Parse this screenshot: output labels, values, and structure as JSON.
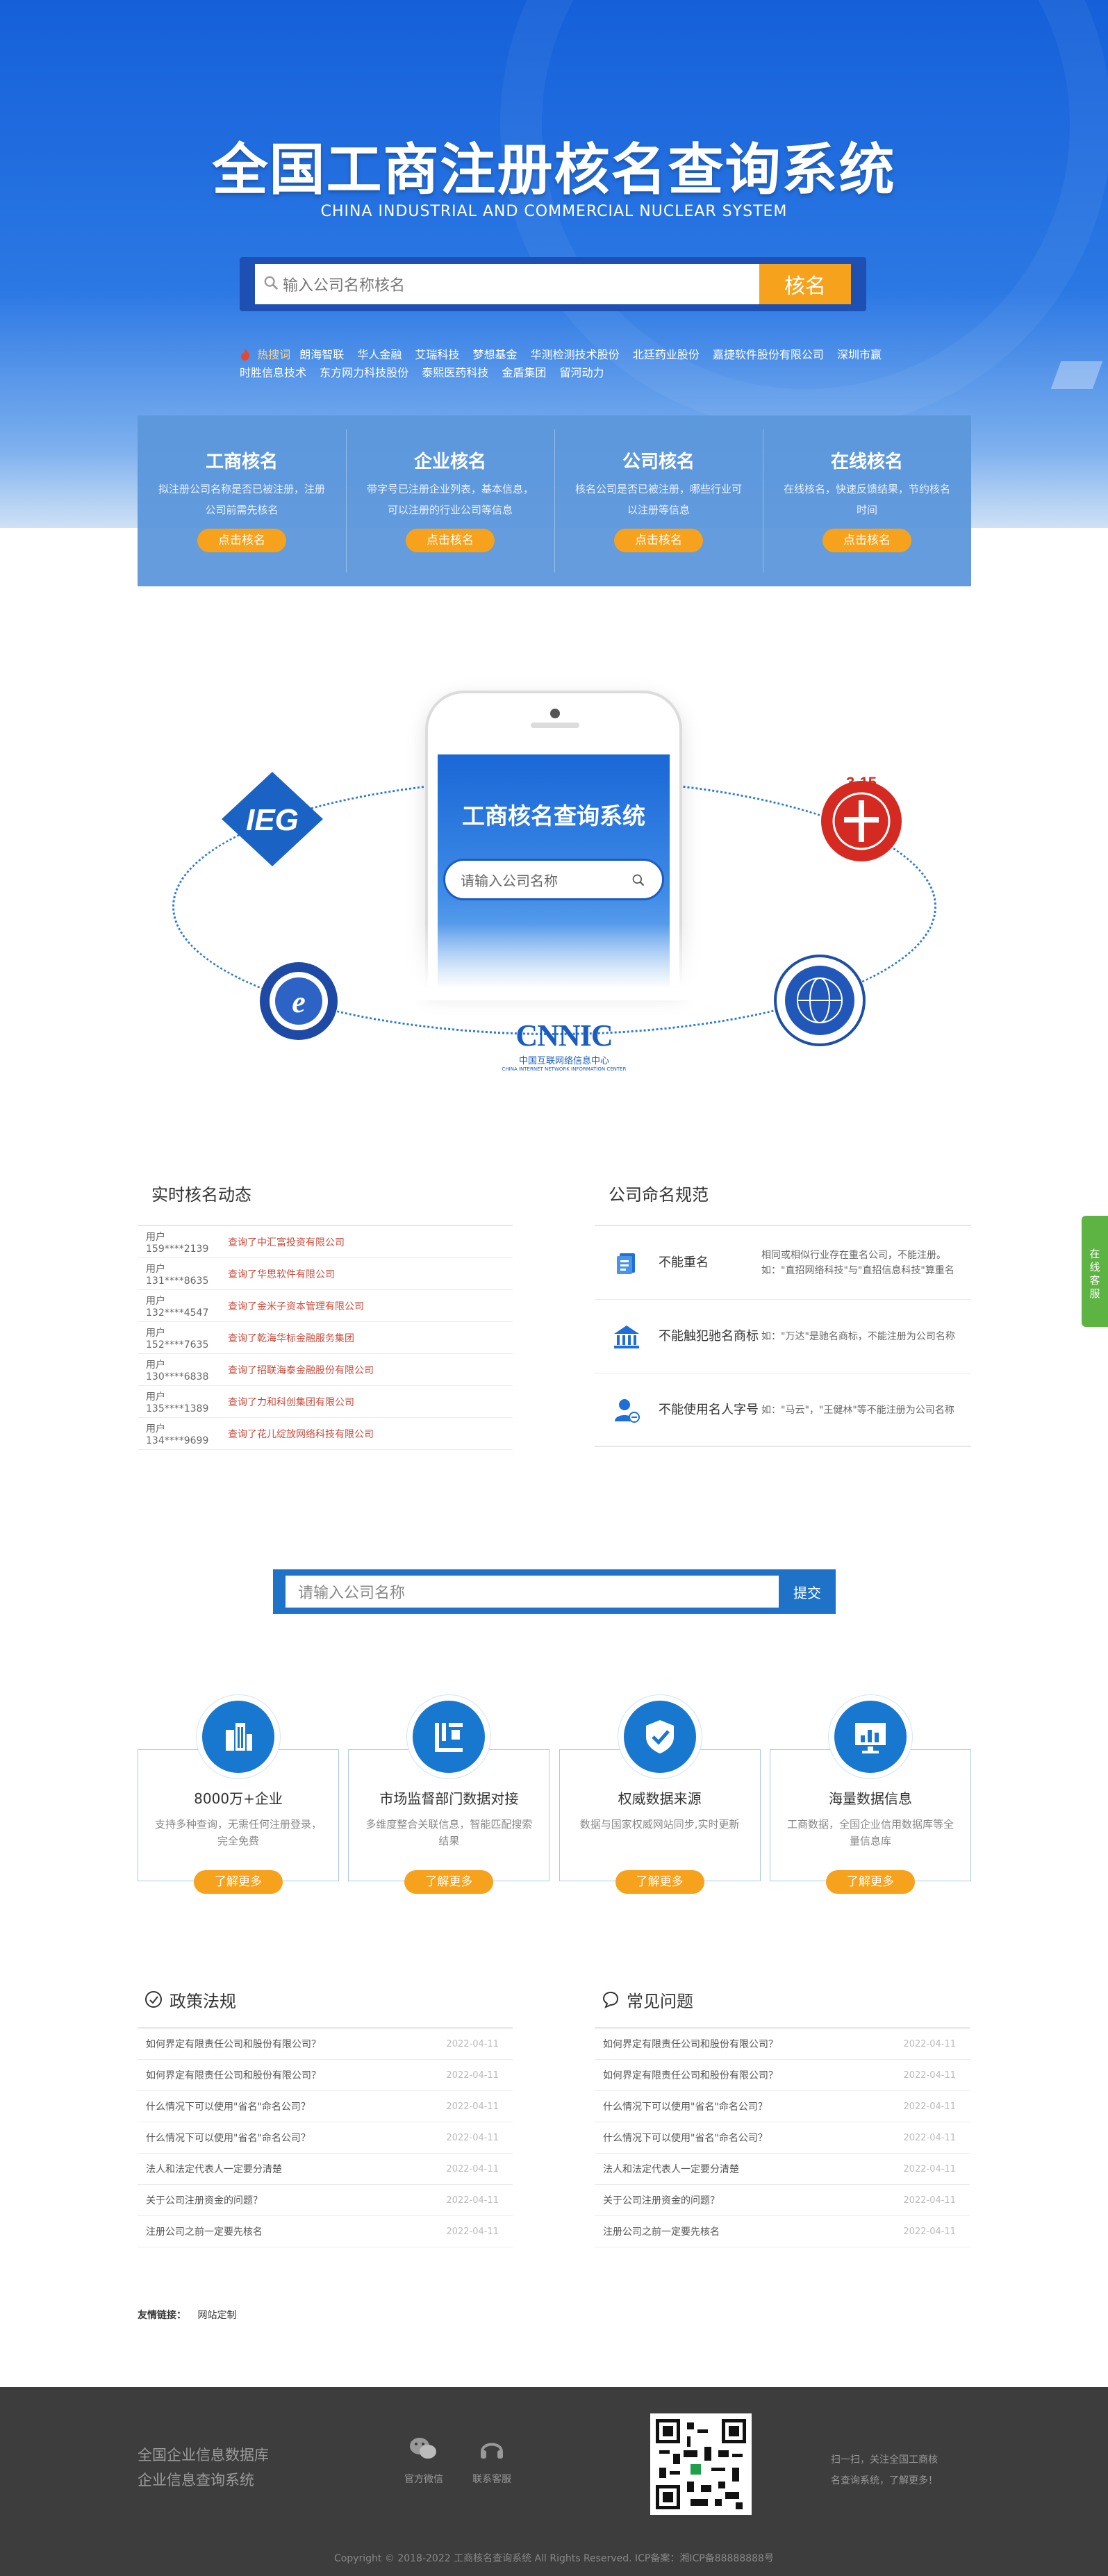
{
  "hero": {
    "title": "全国工商注册核名查询系统",
    "subtitle": "CHINA INDUSTRIAL AND COMMERCIAL NUCLEAR SYSTEM",
    "search_placeholder": "输入公司名称核名",
    "search_button": "核名",
    "hot_label": "热搜词",
    "hot_words": [
      "朗海智联",
      "华人金融",
      "艾瑞科技",
      "梦想基金",
      "华测检测技术股份",
      "北廷药业股份",
      "嘉捷软件股份有限公司",
      "深圳市赢时胜信息技术",
      "东方网力科技股份",
      "泰熙医药科技",
      "金盾集团",
      "留河动力"
    ]
  },
  "services": [
    {
      "title": "工商核名",
      "desc": "拟注册公司名称是否已被注册，注册公司前需先核名",
      "button": "点击核名"
    },
    {
      "title": "企业核名",
      "desc": "带字号已注册企业列表，基本信息，可以注册的行业公司等信息",
      "button": "点击核名"
    },
    {
      "title": "公司核名",
      "desc": "核名公司是否已被注册，哪些行业可以注册等信息",
      "button": "点击核名"
    },
    {
      "title": "在线核名",
      "desc": "在线核名，快速反馈结果，节约核名时间",
      "button": "点击核名"
    }
  ],
  "phone": {
    "title": "工商核名查询系统",
    "search_placeholder": "请输入公司名称"
  },
  "logos": {
    "ieg": "IEG",
    "f315": "3·15",
    "cnnic": "CNNIC",
    "cnnic_cn": "中国互联网络信息中心",
    "cnnic_en": "CHINA INTERNET NETWORK INFORMATION CENTER",
    "e_mark": "e"
  },
  "dynamics": {
    "title": "实时核名动态",
    "rows": [
      {
        "user": "用户159****2139",
        "company": "查询了中汇富投资有限公司"
      },
      {
        "user": "用户131****8635",
        "company": "查询了华思软件有限公司"
      },
      {
        "user": "用户132****4547",
        "company": "查询了金米子资本管理有限公司"
      },
      {
        "user": "用户152****7635",
        "company": "查询了乾海华标金融服务集团"
      },
      {
        "user": "用户130****6838",
        "company": "查询了招联海泰金融股份有限公司"
      },
      {
        "user": "用户135****1389",
        "company": "查询了力和科创集团有限公司"
      },
      {
        "user": "用户134****9699",
        "company": "查询了花儿绽放网络科技有限公司"
      }
    ]
  },
  "rules": {
    "title": "公司命名规范",
    "rows": [
      {
        "icon": "document-icon",
        "name": "不能重名",
        "desc": "相同或相似行业存在重名公司，不能注册。如：\"直招网络科技\"与\"直招信息科技\"算重名"
      },
      {
        "icon": "trademark-icon",
        "name": "不能触犯驰名商标",
        "desc": "如：\"万达\"是驰名商标，不能注册为公司名称"
      },
      {
        "icon": "person-icon",
        "name": "不能使用名人字号",
        "desc": "如：\"马云\"，\"王健林\"等不能注册为公司名称"
      }
    ]
  },
  "search2": {
    "placeholder": "请输入公司名称",
    "button": "提交"
  },
  "features": [
    {
      "icon": "building-icon",
      "title": "8000万+企业",
      "desc": "支持多种查询，无需任何注册登录，完全免费",
      "button": "了解更多"
    },
    {
      "icon": "supervise-icon",
      "title": "市场监督部门数据对接",
      "desc": "多维度整合关联信息，智能匹配搜索结果",
      "button": "了解更多"
    },
    {
      "icon": "shield-check-icon",
      "title": "权威数据来源",
      "desc": "数据与国家权威网站同步,实时更新",
      "button": "了解更多"
    },
    {
      "icon": "monitor-chart-icon",
      "title": "海量数据信息",
      "desc": "工商数据，全国企业信用数据库等全量信息库",
      "button": "了解更多"
    }
  ],
  "policy": {
    "title": "政策法规",
    "rows": [
      {
        "text": "如何界定有限责任公司和股份有限公司？",
        "date": "2022-04-11"
      },
      {
        "text": "如何界定有限责任公司和股份有限公司？",
        "date": "2022-04-11"
      },
      {
        "text": "什么情况下可以使用\"省名\"命名公司？",
        "date": "2022-04-11"
      },
      {
        "text": "什么情况下可以使用\"省名\"命名公司？",
        "date": "2022-04-11"
      },
      {
        "text": "法人和法定代表人一定要分清楚",
        "date": "2022-04-11"
      },
      {
        "text": "关于公司注册资金的问题？",
        "date": "2022-04-11"
      },
      {
        "text": "注册公司之前一定要先核名",
        "date": "2022-04-11"
      }
    ]
  },
  "faq": {
    "title": "常见问题",
    "rows": [
      {
        "text": "如何界定有限责任公司和股份有限公司？",
        "date": "2022-04-11"
      },
      {
        "text": "如何界定有限责任公司和股份有限公司？",
        "date": "2022-04-11"
      },
      {
        "text": "什么情况下可以使用\"省名\"命名公司？",
        "date": "2022-04-11"
      },
      {
        "text": "什么情况下可以使用\"省名\"命名公司？",
        "date": "2022-04-11"
      },
      {
        "text": "法人和法定代表人一定要分清楚",
        "date": "2022-04-11"
      },
      {
        "text": "关于公司注册资金的问题？",
        "date": "2022-04-11"
      },
      {
        "text": "注册公司之前一定要先核名",
        "date": "2022-04-11"
      }
    ]
  },
  "links": {
    "label": "友情链接：",
    "items": [
      "网站定制"
    ]
  },
  "footer": {
    "line1": "全国企业信息数据库",
    "line2": "企业信息查询系统",
    "wechat": "官方微信",
    "service": "联系客服",
    "right1": "扫一扫，关注全国工商核",
    "right2": "名查询系统，了解更多！",
    "copyright": "Copyright © 2018-2022 工商核名查询系统 All Rights Reserved. ICP备案：湘ICP备88888888号"
  },
  "side_tab": "在线客服",
  "colors": {
    "primary": "#1e6fd9",
    "accent": "#f7a21c",
    "dark": "#3d3d3d"
  }
}
